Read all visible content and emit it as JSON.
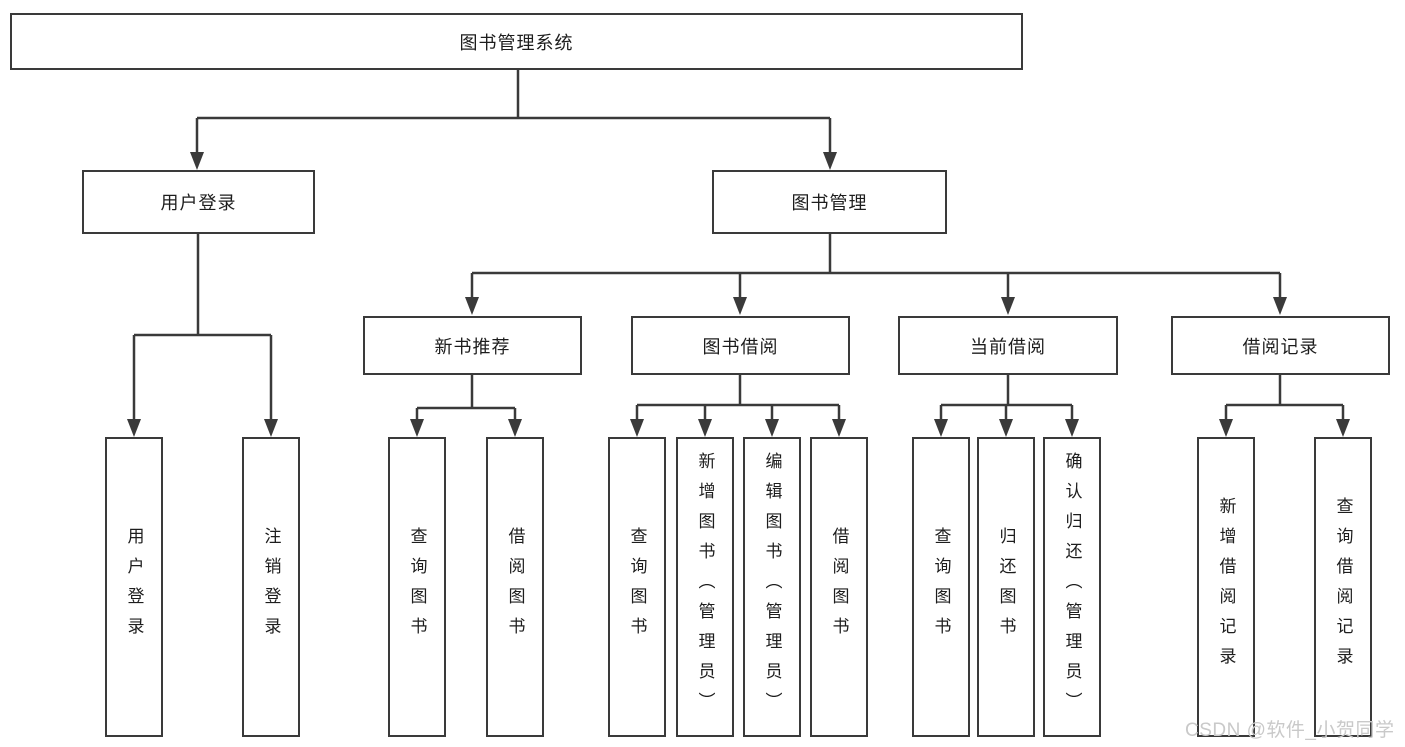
{
  "diagram": {
    "title_node": "图书管理系统",
    "level2": [
      "用户登录",
      "图书管理"
    ],
    "level3": [
      "新书推荐",
      "图书借阅",
      "当前借阅",
      "借阅记录"
    ],
    "leaves": {
      "user_login": [
        "用户登录",
        "注销登录"
      ],
      "new_book_recommend": [
        "查询图书",
        "借阅图书"
      ],
      "book_borrow": [
        "查询图书",
        "新增图书（管理员）",
        "编辑图书（管理员）",
        "借阅图书"
      ],
      "current_borrow": [
        "查询图书",
        "归还图书",
        "确认归还（管理员）"
      ],
      "borrow_records": [
        "新增借阅记录",
        "查询借阅记录"
      ]
    }
  },
  "watermark": "CSDN @软件_小贺同学",
  "colors": {
    "line": "#3a3a3a",
    "text": "#1d1d1d",
    "box_background": "#ffffff",
    "watermark_text": "#c9c9c9"
  }
}
